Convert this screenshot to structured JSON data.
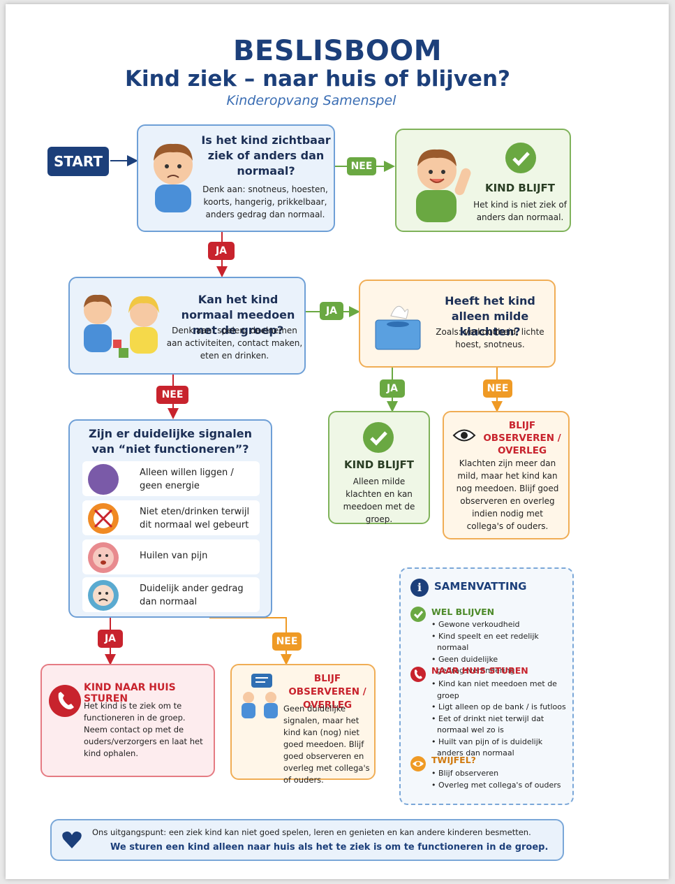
{
  "title": "BESLISBOOM",
  "subtitle": "Kind ziek – naar huis of blijven?",
  "organization": "Kinderopvang Samenspel",
  "start_label": "START",
  "q1": {
    "question": "Is het kind zichtbaar ziek of anders dan normaal?",
    "hint": "Denk aan: snotneus, hoesten, koorts, hangerig, prikkelbaar, anders gedrag dan normaal."
  },
  "stay1": {
    "heading": "KIND BLIJFT",
    "text": "Het kind is niet ziek of anders dan normaal."
  },
  "q2": {
    "question": "Kan het kind normaal meedoen met de groep?",
    "hint": "Denk aan: spelen, deelnemen aan activiteiten, contact maken, eten en drinken."
  },
  "q3": {
    "question": "Heeft het kind alleen milde klachten?",
    "hint": "Zoals: verkoudheid, lichte hoest, snotneus."
  },
  "stay2": {
    "heading": "KIND BLIJFT",
    "text": "Alleen milde klachten en kan meedoen met de groep."
  },
  "observe1": {
    "heading": "BLIJF OBSERVEREN / OVERLEG",
    "text": "Klachten zijn meer dan mild, maar het kind kan nog meedoen. Blijf goed observeren en overleg indien nodig met collega's of ouders."
  },
  "q4": {
    "question": "Zijn er duidelijke signalen van “niet functioneren”?",
    "signals": [
      {
        "text": "Alleen willen liggen / geen energie",
        "icon": "lying-child-icon",
        "color": "#7a5aa8"
      },
      {
        "text": "Niet eten/drinken terwijl dit normaal wel gebeurt",
        "icon": "no-food-icon",
        "color": "#f08a24"
      },
      {
        "text": "Huilen van pijn",
        "icon": "crying-face-icon",
        "color": "#e88a8e"
      },
      {
        "text": "Duidelijk ander gedrag dan normaal",
        "icon": "sad-face-icon",
        "color": "#5aaad0"
      }
    ]
  },
  "home": {
    "heading": "KIND NAAR HUIS STUREN",
    "text": "Het kind is te ziek om te functioneren in de groep. Neem contact op met de ouders/verzorgers en laat het kind ophalen."
  },
  "observe2": {
    "heading": "BLIJF OBSERVEREN / OVERLEG",
    "text": "Geen duidelijke signalen, maar het kind kan (nog) niet goed meedoen. Blijf goed observeren en overleg met collega's of ouders."
  },
  "labels": {
    "ja": "JA",
    "nee": "NEE"
  },
  "summary": {
    "title": "SAMENVATTING",
    "sections": [
      {
        "heading": "WEL BLIJVEN",
        "items": [
          "Gewone verkoudheid",
          "Kind speelt en eet redelijk normaal",
          "Geen duidelijke gedragsverandering"
        ]
      },
      {
        "heading": "NAAR HUIS STUREN",
        "items": [
          "Kind kan niet meedoen met de groep",
          "Ligt alleen op de bank / is futloos",
          "Eet of drinkt niet terwijl dat normaal wel zo is",
          "Huilt van pijn of is duidelijk anders dan normaal"
        ]
      },
      {
        "heading": "TWIJFEL?",
        "items": [
          "Blijf observeren",
          "Overleg met collega's of ouders"
        ]
      }
    ]
  },
  "footer": {
    "line1": "Ons uitgangspunt: een ziek kind kan niet goed spelen, leren en genieten en kan andere kinderen besmetten.",
    "line2": "We sturen een kind alleen naar huis als het te ziek is om te functioneren in de groep."
  },
  "colors": {
    "navy": "#1c3f7a",
    "red": "#c8232d",
    "green": "#6aa842",
    "orange": "#ef9a25",
    "blue_border": "#6e9fd6"
  }
}
